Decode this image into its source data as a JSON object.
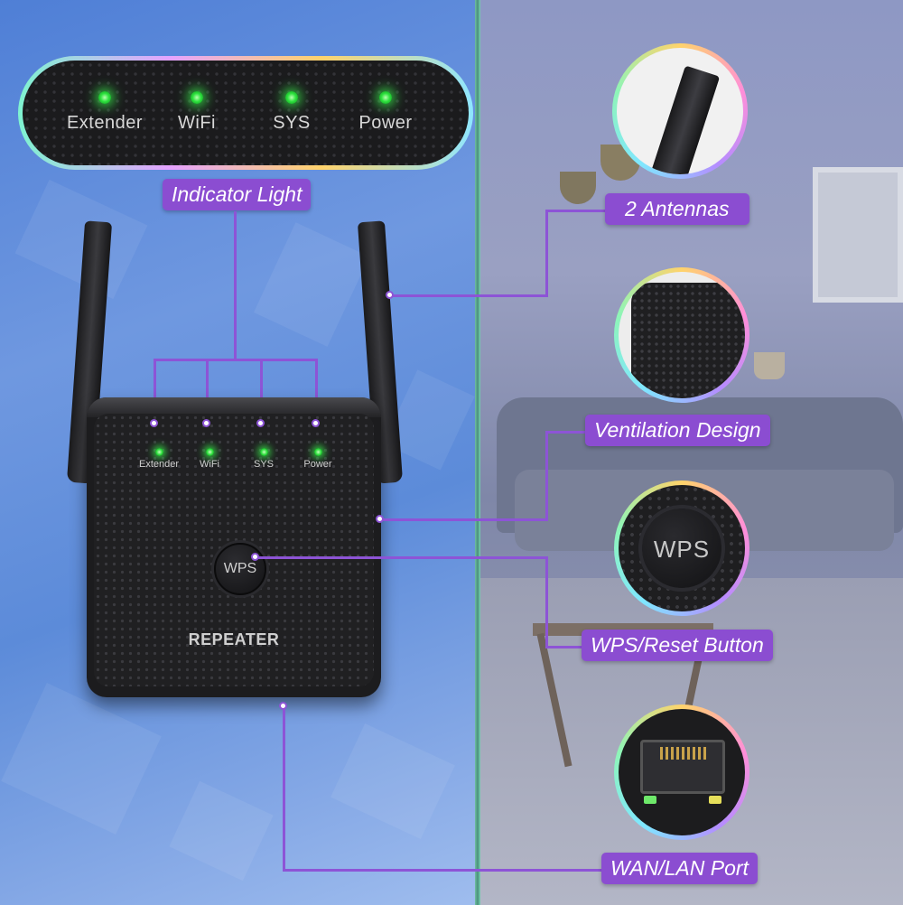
{
  "indicator_strip": {
    "leds": [
      {
        "label": "Extender"
      },
      {
        "label": "WiFi"
      },
      {
        "label": "SYS"
      },
      {
        "label": "Power"
      }
    ]
  },
  "device": {
    "leds": [
      {
        "label": "Extender"
      },
      {
        "label": "WiFi"
      },
      {
        "label": "SYS"
      },
      {
        "label": "Power"
      }
    ],
    "button_label": "WPS",
    "model_label": "REPEATER"
  },
  "callouts": {
    "indicator_light": "Indicator Light",
    "antennas": "2 Antennas",
    "ventilation": "Ventilation Design",
    "wps_reset": "WPS/Reset Button",
    "wan_lan": "WAN/LAN Port"
  },
  "zoom_wps_label": "WPS",
  "colors": {
    "accent": "#8b4dd1",
    "led_green": "#2fe33f",
    "device_black": "#1c1c1e"
  }
}
